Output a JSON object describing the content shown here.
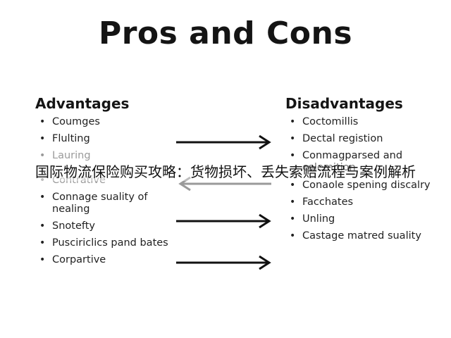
{
  "title": "Pros and Cons",
  "advantages": {
    "heading": "Advantages",
    "items": [
      {
        "text": "Coumges"
      },
      {
        "text": "Flulting"
      },
      {
        "text": "Lauring"
      },
      {
        "text": "Contrative"
      },
      {
        "text": "Connage suality of nealing"
      },
      {
        "text": "Snotefty"
      },
      {
        "text": "Pusciriclics pand bates"
      },
      {
        "text": "Corpartive"
      }
    ]
  },
  "disadvantages": {
    "heading": "Disadvantages",
    "items": [
      {
        "text": "Coctomillis"
      },
      {
        "text": "Dectal registion"
      },
      {
        "text": "Conmagparsed and colemition"
      },
      {
        "text": "Conaole spening discalry"
      },
      {
        "text": "Facchates"
      },
      {
        "text": "Unling"
      },
      {
        "text": "Castage matred suality"
      }
    ]
  },
  "overlay_caption": "国际物流保险购买攻略：货物损坏、丢失索赔流程与案例解析",
  "colors": {
    "arrow_dark": "#111111",
    "arrow_faded": "#9a9a9a"
  }
}
